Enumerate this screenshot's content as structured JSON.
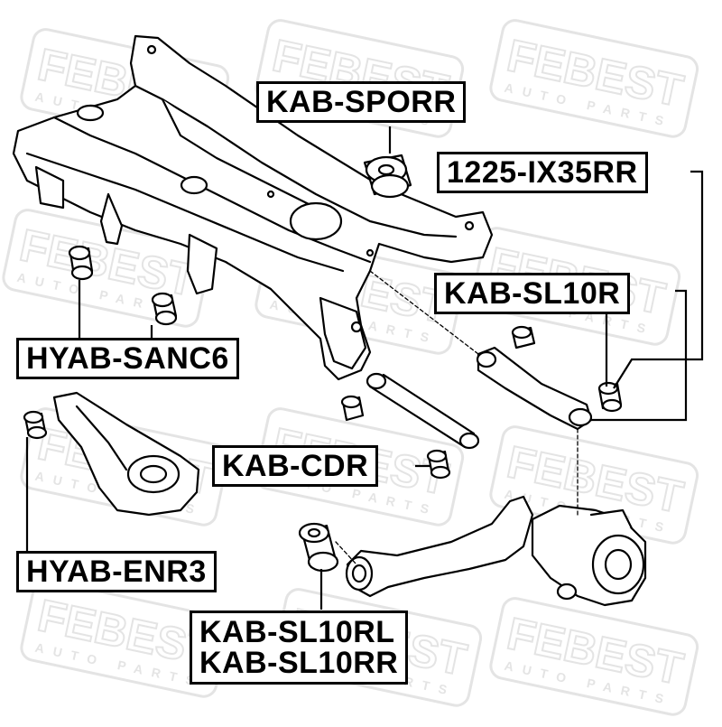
{
  "watermark": {
    "brand": "FEBEST",
    "tagline": "AUTO PARTS"
  },
  "labels": {
    "kab_sporr": "KAB-SPORR",
    "part_1225": "1225-IX35RR",
    "kab_sl10r": "KAB-SL10R",
    "hyab_sanc6": "HYAB-SANC6",
    "kab_cdr": "KAB-CDR",
    "hyab_enr3": "HYAB-ENR3",
    "kab_sl10rl": "KAB-SL10RL",
    "kab_sl10rr": "KAB-SL10RR"
  },
  "colors": {
    "line": "#000000",
    "watermark": "#e4e4e4",
    "background": "#ffffff"
  }
}
